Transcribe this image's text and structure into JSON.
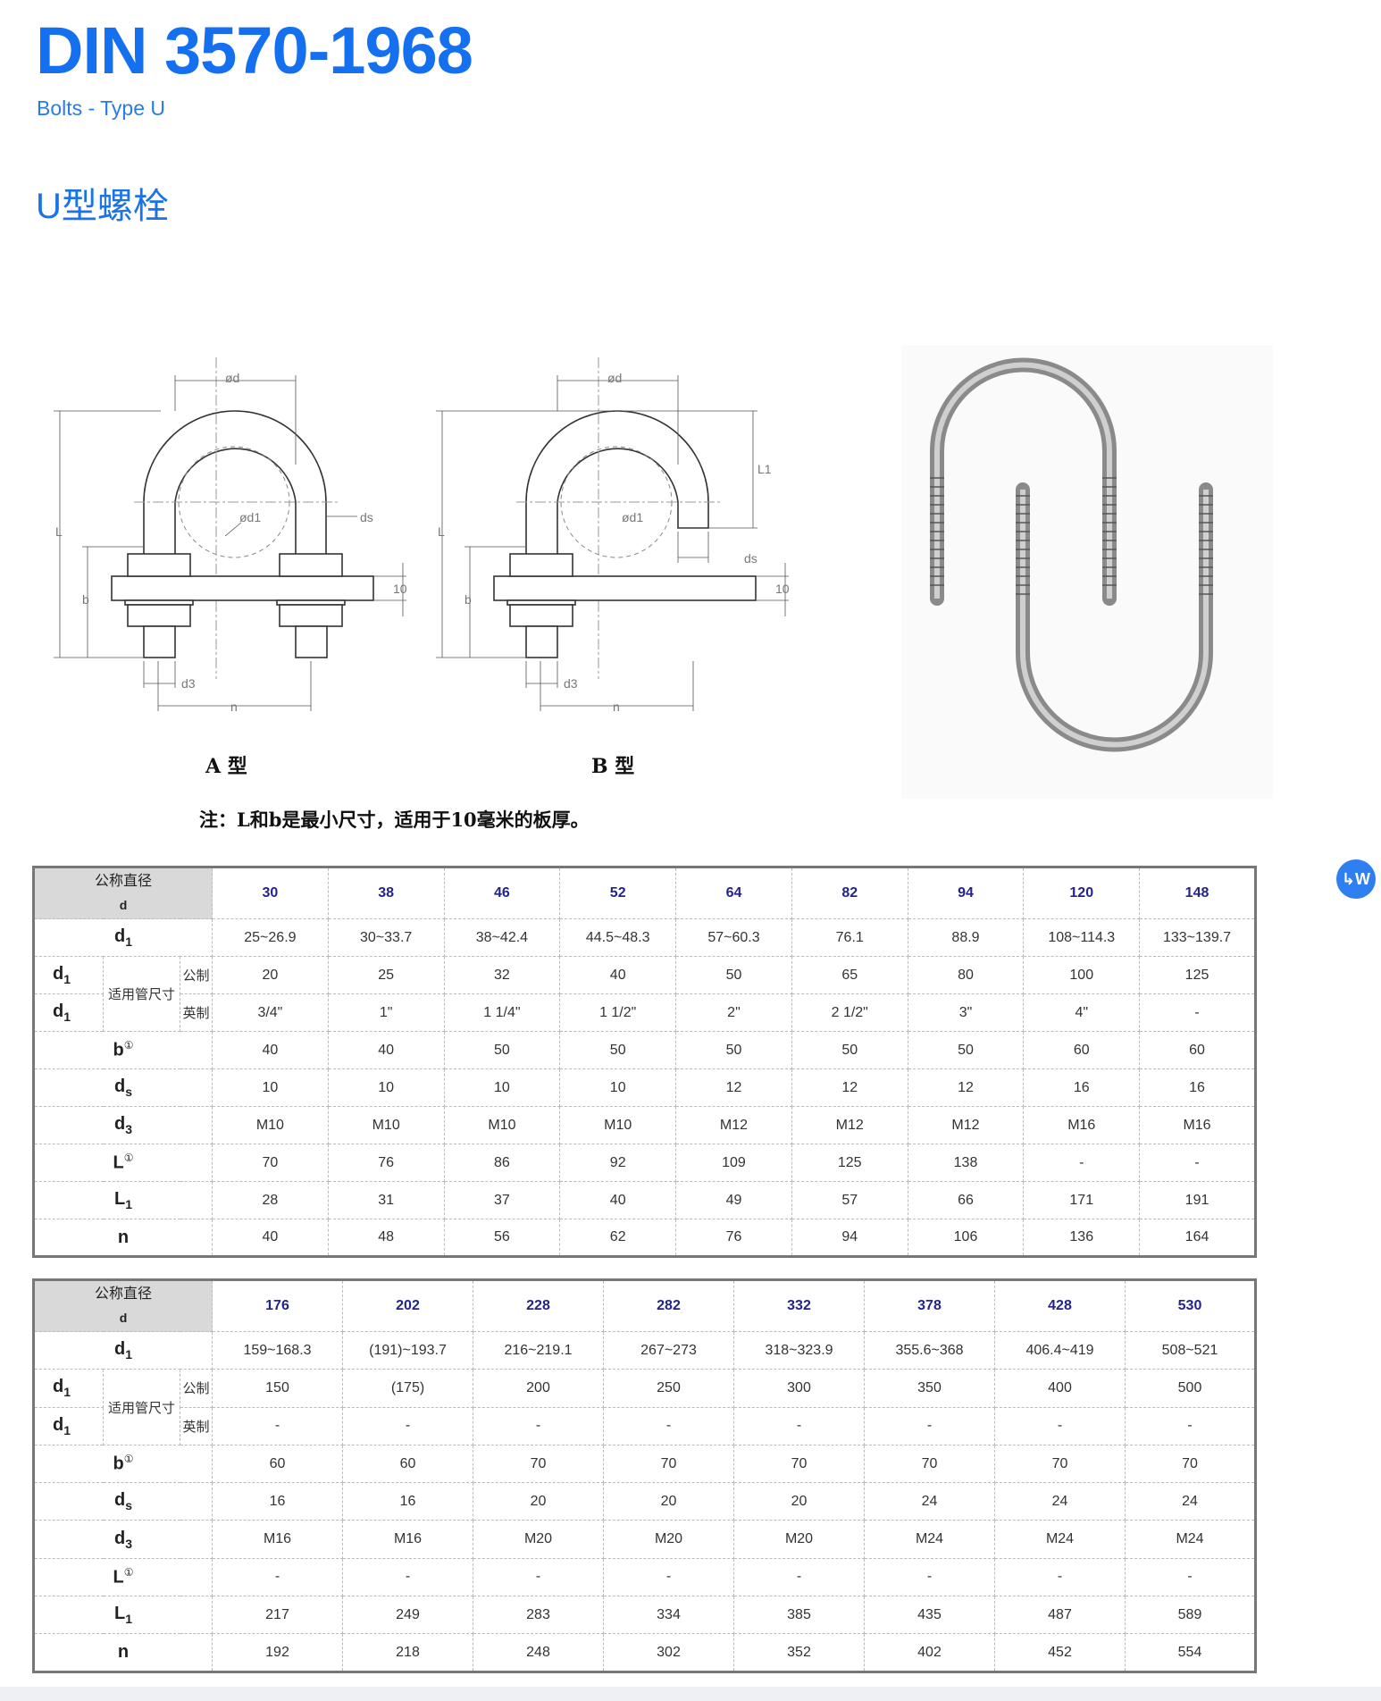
{
  "header": {
    "title": "DIN 3570-1968",
    "subtitle": "Bolts - Type U",
    "section_title": "U型螺栓"
  },
  "drawing": {
    "label_d": "ød",
    "label_d1": "ød1",
    "label_ds": "ds",
    "label_d3": "d3",
    "label_n": "n",
    "label_L": "L",
    "label_b": "b",
    "label_thickness": "10",
    "label_L1": "L1",
    "type_a": "A 型",
    "type_b": "B 型",
    "note": "注：L和b是最小尺寸，适用于10毫米的板厚。"
  },
  "row_labels": {
    "header_main": "公称直径",
    "header_sub": "d",
    "pipe_size": "适用管尺寸",
    "metric": "公制",
    "imperial": "英制",
    "circled": "①"
  },
  "tables": [
    {
      "columns": [
        "30",
        "38",
        "46",
        "52",
        "64",
        "82",
        "94",
        "120",
        "148"
      ],
      "d1": [
        "25~26.9",
        "30~33.7",
        "38~42.4",
        "44.5~48.3",
        "57~60.3",
        "76.1",
        "88.9",
        "108~114.3",
        "133~139.7"
      ],
      "metric": [
        "20",
        "25",
        "32",
        "40",
        "50",
        "65",
        "80",
        "100",
        "125"
      ],
      "imperial": [
        "3/4\"",
        "1\"",
        "1 1/4\"",
        "1 1/2\"",
        "2\"",
        "2 1/2\"",
        "3\"",
        "4\"",
        "-"
      ],
      "b": [
        "40",
        "40",
        "50",
        "50",
        "50",
        "50",
        "50",
        "60",
        "60"
      ],
      "ds": [
        "10",
        "10",
        "10",
        "10",
        "12",
        "12",
        "12",
        "16",
        "16"
      ],
      "d3": [
        "M10",
        "M10",
        "M10",
        "M10",
        "M12",
        "M12",
        "M12",
        "M16",
        "M16"
      ],
      "L": [
        "70",
        "76",
        "86",
        "92",
        "109",
        "125",
        "138",
        "-",
        "-"
      ],
      "L1": [
        "28",
        "31",
        "37",
        "40",
        "49",
        "57",
        "66",
        "171",
        "191"
      ],
      "n": [
        "40",
        "48",
        "56",
        "62",
        "76",
        "94",
        "106",
        "136",
        "164"
      ]
    },
    {
      "columns": [
        "176",
        "202",
        "228",
        "282",
        "332",
        "378",
        "428",
        "530"
      ],
      "d1": [
        "159~168.3",
        "(191)~193.7",
        "216~219.1",
        "267~273",
        "318~323.9",
        "355.6~368",
        "406.4~419",
        "508~521"
      ],
      "metric": [
        "150",
        "(175)",
        "200",
        "250",
        "300",
        "350",
        "400",
        "500"
      ],
      "imperial": [
        "-",
        "-",
        "-",
        "-",
        "-",
        "-",
        "-",
        "-"
      ],
      "b": [
        "60",
        "60",
        "70",
        "70",
        "70",
        "70",
        "70",
        "70"
      ],
      "ds": [
        "16",
        "16",
        "20",
        "20",
        "20",
        "24",
        "24",
        "24"
      ],
      "d3": [
        "M16",
        "M16",
        "M20",
        "M20",
        "M20",
        "M24",
        "M24",
        "M24"
      ],
      "L": [
        "-",
        "-",
        "-",
        "-",
        "-",
        "-",
        "-",
        "-"
      ],
      "L1": [
        "217",
        "249",
        "283",
        "334",
        "385",
        "435",
        "487",
        "589"
      ],
      "n": [
        "192",
        "218",
        "248",
        "302",
        "352",
        "402",
        "452",
        "554"
      ]
    }
  ],
  "colors": {
    "title": "#1570ef",
    "header_number": "#23238c",
    "header_cell_bg": "#d9d9d9",
    "fab": "#2f7ff0"
  },
  "fab": {
    "icon": "translate-document-icon",
    "glyph": "↳W"
  }
}
